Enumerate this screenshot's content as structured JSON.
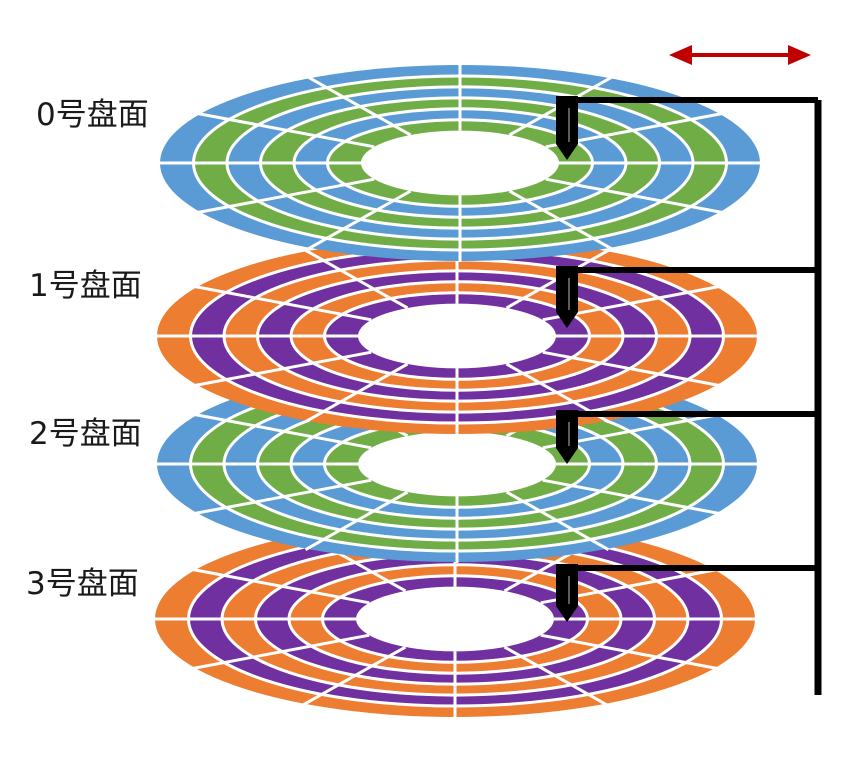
{
  "platters": [
    {
      "label": "0号盘面",
      "ring_colors": [
        "#5b9bd5",
        "#70ad47"
      ]
    },
    {
      "label": "1号盘面",
      "ring_colors": [
        "#ed7d31",
        "#7030a0"
      ]
    },
    {
      "label": "2号盘面",
      "ring_colors": [
        "#5b9bd5",
        "#70ad47"
      ]
    },
    {
      "label": "3号盘面",
      "ring_colors": [
        "#ed7d31",
        "#7030a0"
      ]
    }
  ],
  "colors": {
    "arm": "#000000",
    "arrow": "#c00000",
    "divider": "#ffffff"
  },
  "icons": {
    "head": "read-write-head-icon",
    "movement": "double-headed-arrow-icon"
  }
}
